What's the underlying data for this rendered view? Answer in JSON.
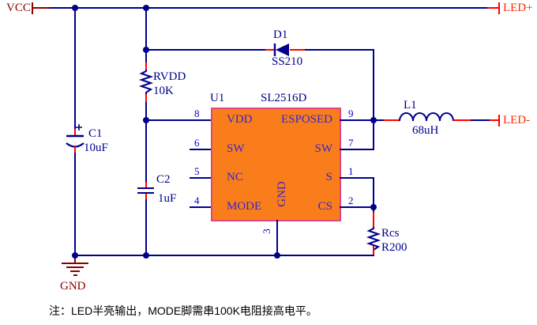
{
  "title": "SL2516D LED driver schematic",
  "colors": {
    "wire": "#00008B",
    "lead_highlight": "#FF0000",
    "power_port": "#8B0000",
    "led_port": "#FF2800",
    "ic_fill": "#F97E1B",
    "ic_border": "#E0457B",
    "pin_name": "#3823CC",
    "pin_number": "#0000CD",
    "note_text": "#000000"
  },
  "ports": {
    "vcc": {
      "label": "VCC"
    },
    "led_plus": {
      "label": "LED+"
    },
    "led_minus": {
      "label": "LED-"
    },
    "gnd": {
      "label": "GND"
    }
  },
  "ic": {
    "designator": "U1",
    "part": "SL2516D",
    "left_pins": [
      {
        "num": "8",
        "name": "VDD"
      },
      {
        "num": "6",
        "name": "SW"
      },
      {
        "num": "5",
        "name": "NC"
      },
      {
        "num": "4",
        "name": "MODE"
      }
    ],
    "right_pins": [
      {
        "num": "9",
        "name": "ESPOSED"
      },
      {
        "num": "7",
        "name": "SW"
      },
      {
        "num": "1",
        "name": "S"
      },
      {
        "num": "2",
        "name": "CS"
      }
    ],
    "bottom_pin": {
      "num": "3",
      "name": "GND"
    }
  },
  "components": {
    "d1": {
      "ref": "D1",
      "value": "SS210"
    },
    "rvdd": {
      "ref": "RVDD",
      "value": "10K"
    },
    "c1": {
      "ref": "C1",
      "value": "10uF"
    },
    "c2": {
      "ref": "C2",
      "value": "1uF"
    },
    "l1": {
      "ref": "L1",
      "value": "68uH"
    },
    "rcs": {
      "ref": "Rcs",
      "value": "R200"
    }
  },
  "note": "注：LED半亮输出，MODE脚需串100K电阻接高电平。"
}
